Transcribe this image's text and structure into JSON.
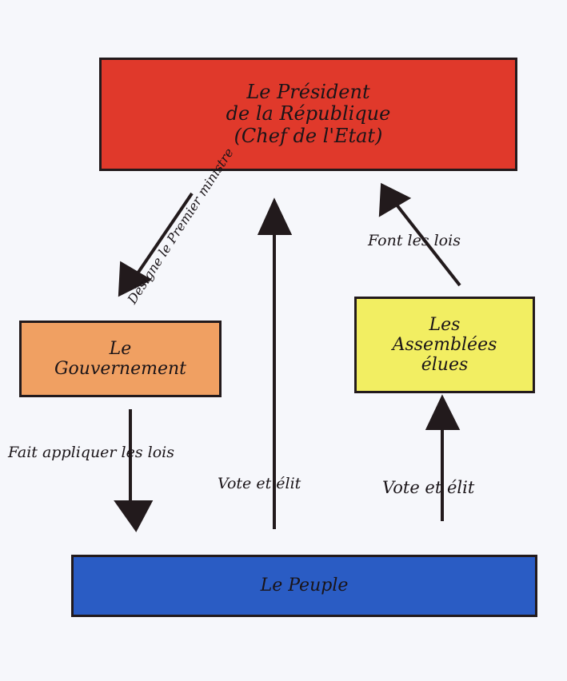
{
  "boxes": {
    "president": {
      "line1": "Le Président",
      "line2": "de la République",
      "line3": "(Chef de l'Etat)",
      "color": "#e0392b"
    },
    "gouvernement": {
      "line1": "Le",
      "line2": "Gouvernement",
      "color": "#f0a062"
    },
    "assemblees": {
      "line1": "Les",
      "line2": "Assemblées",
      "line3": "élues",
      "color": "#f2ee62"
    },
    "peuple": {
      "line1": "Le Peuple",
      "color": "#2a5cc4"
    }
  },
  "arrows": {
    "designe": "Désigne le Premier ministre",
    "font_lois": "Font les lois",
    "fait_appliquer": "Fait appliquer les lois",
    "vote_president": "Vote et élit",
    "vote_assemblees": "Vote et élit"
  }
}
